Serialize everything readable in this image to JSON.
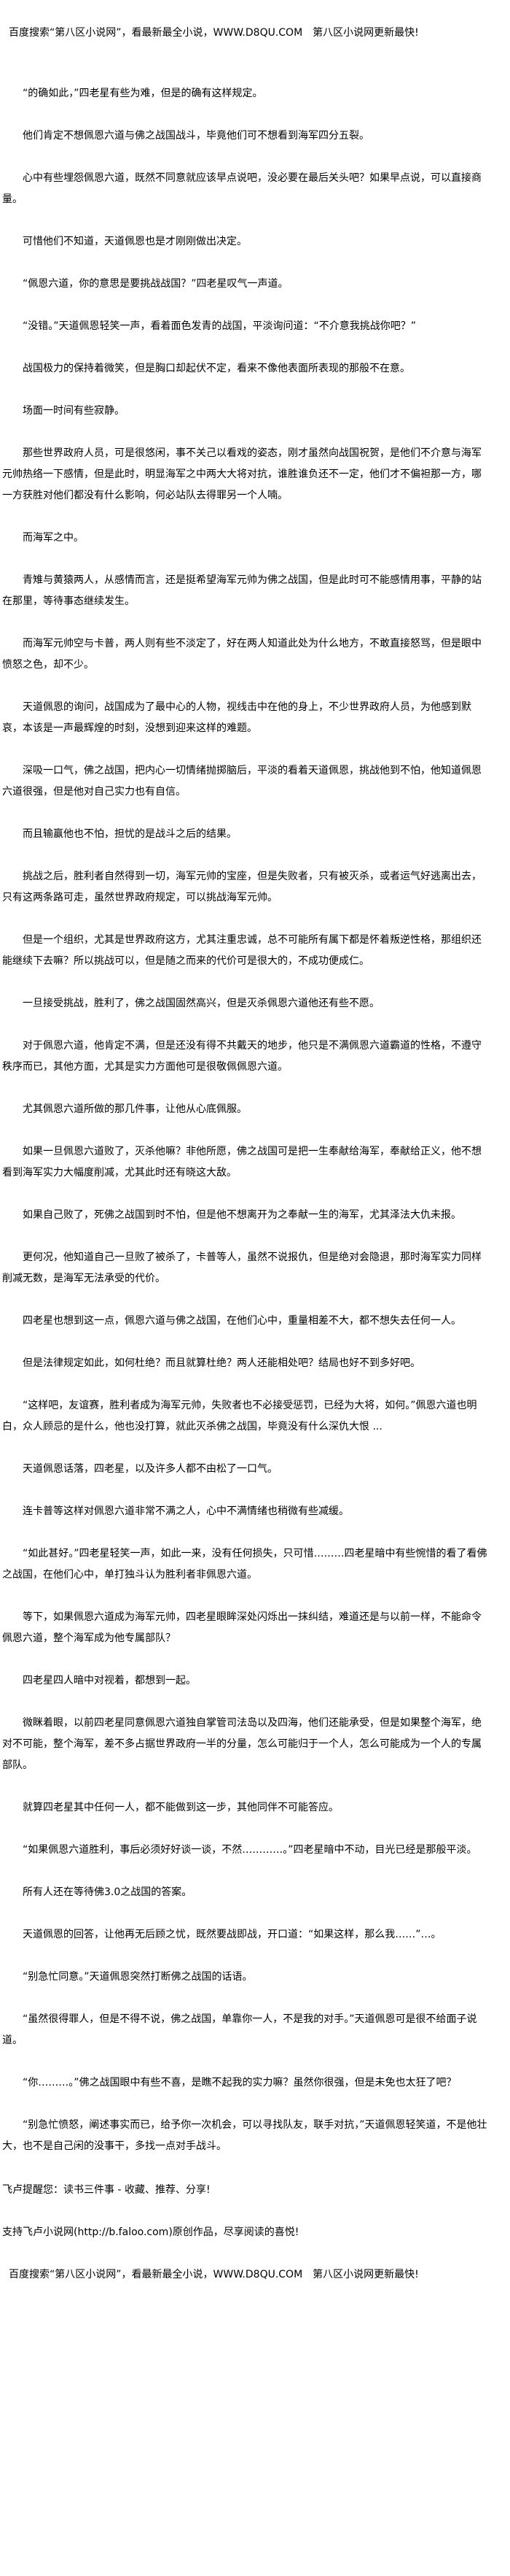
{
  "banner": "百度搜索“第八区小说网”，看最新最全小说，WWW.D8QU.COM　第八区小说网更新最快!",
  "paragraphs": [
    "“的确如此，”四老星有些为难，但是的确有这样规定。",
    "他们肯定不想佩恩六道与佛之战国战斗，毕竟他们可不想看到海军四分五裂。",
    "心中有些埋怨佩恩六道，既然不同意就应该早点说吧，没必要在最后关头吧？如果早点说，可以直接商量。",
    "可惜他们不知道，天道佩恩也是才刚刚做出决定。",
    "“佩恩六道，你的意思是要挑战战国？”四老星叹气一声道。",
    "“没错。”天道佩恩轻笑一声，看着面色发青的战国，平淡询问道：“不介意我挑战你吧？”",
    "战国极力的保持着微笑，但是胸口却起伏不定，看来不像他表面所表现的那般不在意。",
    "场面一时间有些寂静。",
    "那些世界政府人员，可是很悠闲，事不关己以看戏的姿态，刚才虽然向战国祝贺，是他们不介意与海军元帅热络一下感情，但是此时，明显海军之中两大大将对抗，谁胜谁负还不一定，他们才不偏袒那一方，哪一方获胜对他们都没有什么影响，何必站队去得罪另一个人喃。",
    "而海军之中。",
    "青雉与黄猿两人，从感情而言，还是挺希望海军元帅为佛之战国，但是此时可不能感情用事，平静的站在那里，等待事态继续发生。",
    "而海军元帅空与卡普，两人则有些不淡定了，好在两人知道此处为什么地方，不敢直接怒骂，但是眼中愤怒之色，却不少。",
    "天道佩恩的询问，战国成为了最中心的人物，视线击中在他的身上，不少世界政府人员，为他感到默哀，本该是一声最辉煌的时刻，没想到迎来这样的难题。",
    "深吸一口气，佛之战国，把内心一切情绪抛掷脑后，平淡的看着天道佩恩，挑战他到不怕，他知道佩恩六道很强，但是他对自己实力也有自信。",
    "而且输赢他也不怕，担忧的是战斗之后的结果。",
    "挑战之后，胜利者自然得到一切，海军元帅的宝座，但是失败者，只有被灭杀，或者运气好逃离出去，只有这两条路可走，虽然世界政府规定，可以挑战海军元帅。",
    "但是一个组织，尤其是世界政府这方，尤其注重忠诚，总不可能所有属下都是怀着叛逆性格，那组织还能继续下去嘛？所以挑战可以，但是随之而来的代价可是很大的，不成功便成仁。",
    "一旦接受挑战，胜利了，佛之战国固然高兴，但是灭杀佩恩六道他还有些不愿。",
    "对于佩恩六道，他肯定不满，但是还没有得不共戴天的地步，他只是不满佩恩六道霸道的性格，不遵守秩序而已，其他方面，尤其是实力方面他可是很敬佩佩恩六道。",
    "尤其佩恩六道所做的那几件事，让他从心底佩服。",
    "如果一旦佩恩六道败了，灭杀他嘛？非他所愿，佛之战国可是把一生奉献给海军，奉献给正义，他不想看到海军实力大幅度削减，尤其此时还有晓这大敌。",
    "如果自己败了，死佛之战国到时不怕，但是他不想离开为之奉献一生的海军，尤其泽法大仇未报。",
    "更何况，他知道自己一旦败了被杀了，卡普等人，虽然不说报仇，但是绝对会隐退，那时海军实力同样削减无数，是海军无法承受的代价。",
    "四老星也想到这一点，佩恩六道与佛之战国，在他们心中，重量相差不大，都不想失去任何一人。",
    "但是法律规定如此，如何杜绝？而且就算杜绝？两人还能相处吧？结局也好不到多好吧。",
    "“这样吧，友谊赛，胜利者成为海军元帅，失败者也不必接受惩罚，已经为大将，如何。”佩恩六道也明白，众人顾忌的是什么，他也没打算，就此灭杀佛之战国，毕竟没有什么深仇大恨 ...",
    "天道佩恩话落，四老星，以及许多人都不由松了一口气。",
    "连卡普等这样对佩恩六道非常不满之人，心中不满情绪也稍微有些减缓。",
    "“如此甚好。”四老星轻笑一声，如此一来，没有任何损失，只可惜………四老星暗中有些惋惜的看了看佛之战国，在他们心中，单打独斗认为胜利者非佩恩六道。",
    "等下，如果佩恩六道成为海军元帅，四老星眼眸深处闪烁出一抹纠结，难道还是与以前一样，不能命令佩恩六道，整个海军成为他专属部队？",
    "四老星四人暗中对视着，都想到一起。",
    "微眯着眼，以前四老星同意佩恩六道独自掌管司法岛以及四海，他们还能承受，但是如果整个海军，绝对不可能，整个海军，差不多占据世界政府一半的分量，怎么可能归于一个人，怎么可能成为一个人的专属部队。",
    "就算四老星其中任何一人，都不能做到这一步，其他同伴不可能答应。",
    "“如果佩恩六道胜利，事后必须好好谈一谈，不然…………。”四老星暗中不动，目光已经是那般平淡。",
    "所有人还在等待佛3.0之战国的答案。",
    "天道佩恩的回答，让他再无后顾之忧，既然要战即战，开口道：“如果这样，那么我……”…。",
    "“别急忙同意。”天道佩恩突然打断佛之战国的话语。",
    "“虽然很得罪人，但是不得不说，佛之战国，单靠你一人，不是我的对手。”天道佩恩可是很不给面子说道。",
    "“你………。”佛之战国眼中有些不喜，是瞧不起我的实力嘛？虽然你很强，但是未免也太狂了吧？",
    "“别急忙愤怒，阐述事实而已，给予你一次机会，可以寻找队友，联手对抗，”天道佩恩轻笑道，不是他壮大，也不是自己闲的没事干，多找一点对手战斗。"
  ],
  "footer": {
    "reminder": "飞卢提醒您：读书三件事 - 收藏、推荐、分享!",
    "support": "支持飞卢小说网(http://b.faloo.com)原创作品，尽享阅读的喜悦!",
    "banner": "百度搜索“第八区小说网”，看最新最全小说，WWW.D8QU.COM　第八区小说网更新最快!"
  }
}
